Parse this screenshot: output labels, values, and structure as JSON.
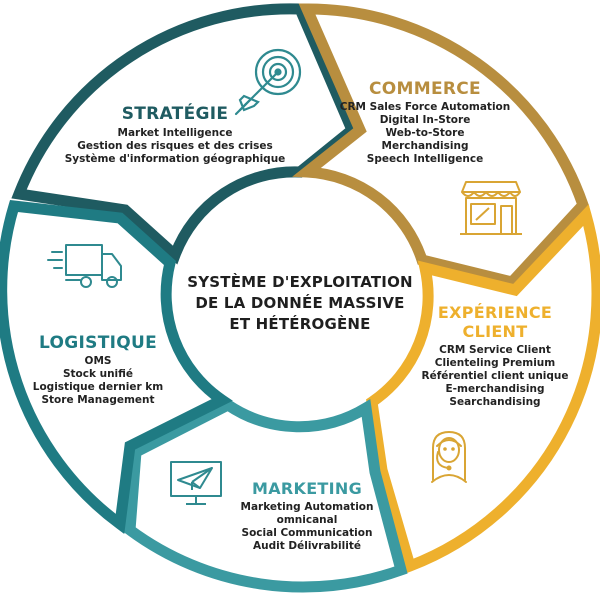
{
  "center": {
    "lines": [
      "SYSTÈME D'EXPLOITATION",
      "DE LA DONNÉE MASSIVE",
      "ET HÉTÉROGÈNE"
    ]
  },
  "colors": {
    "strategie": "#1f5b61",
    "commerce": "#b88e3f",
    "experience": "#eeb02d",
    "marketing": "#3b9aa1",
    "logistique": "#1f7b83",
    "icon_teal": "#2f8a90",
    "icon_gold": "#d9a534"
  },
  "segments": {
    "strategie": {
      "title": "STRATÉGIE",
      "items": [
        "Market Intelligence",
        "Gestion des risques et des crises",
        "Système d'information géographique"
      ],
      "icon": "target-arrow-icon"
    },
    "commerce": {
      "title": "COMMERCE",
      "items": [
        "CRM Sales Force Automation",
        "Digital In-Store",
        "Web-to-Store",
        "Merchandising",
        "Speech Intelligence"
      ],
      "icon": "storefront-icon"
    },
    "experience": {
      "title_lines": [
        "EXPÉRIENCE",
        "CLIENT"
      ],
      "items": [
        "CRM Service Client",
        "Clienteling Premium",
        "Référentiel client unique",
        "E-merchandising",
        "Searchandising"
      ],
      "icon": "customer-service-agent-icon"
    },
    "marketing": {
      "title": "MARKETING",
      "items": [
        "Marketing Automation",
        "omnicanal",
        "Social Communication",
        "Audit Délivrabilité"
      ],
      "icon": "paper-plane-monitor-icon"
    },
    "logistique": {
      "title": "LOGISTIQUE",
      "items": [
        "OMS",
        "Stock unifié",
        "Logistique dernier km",
        "Store Management"
      ],
      "icon": "delivery-truck-icon"
    }
  }
}
